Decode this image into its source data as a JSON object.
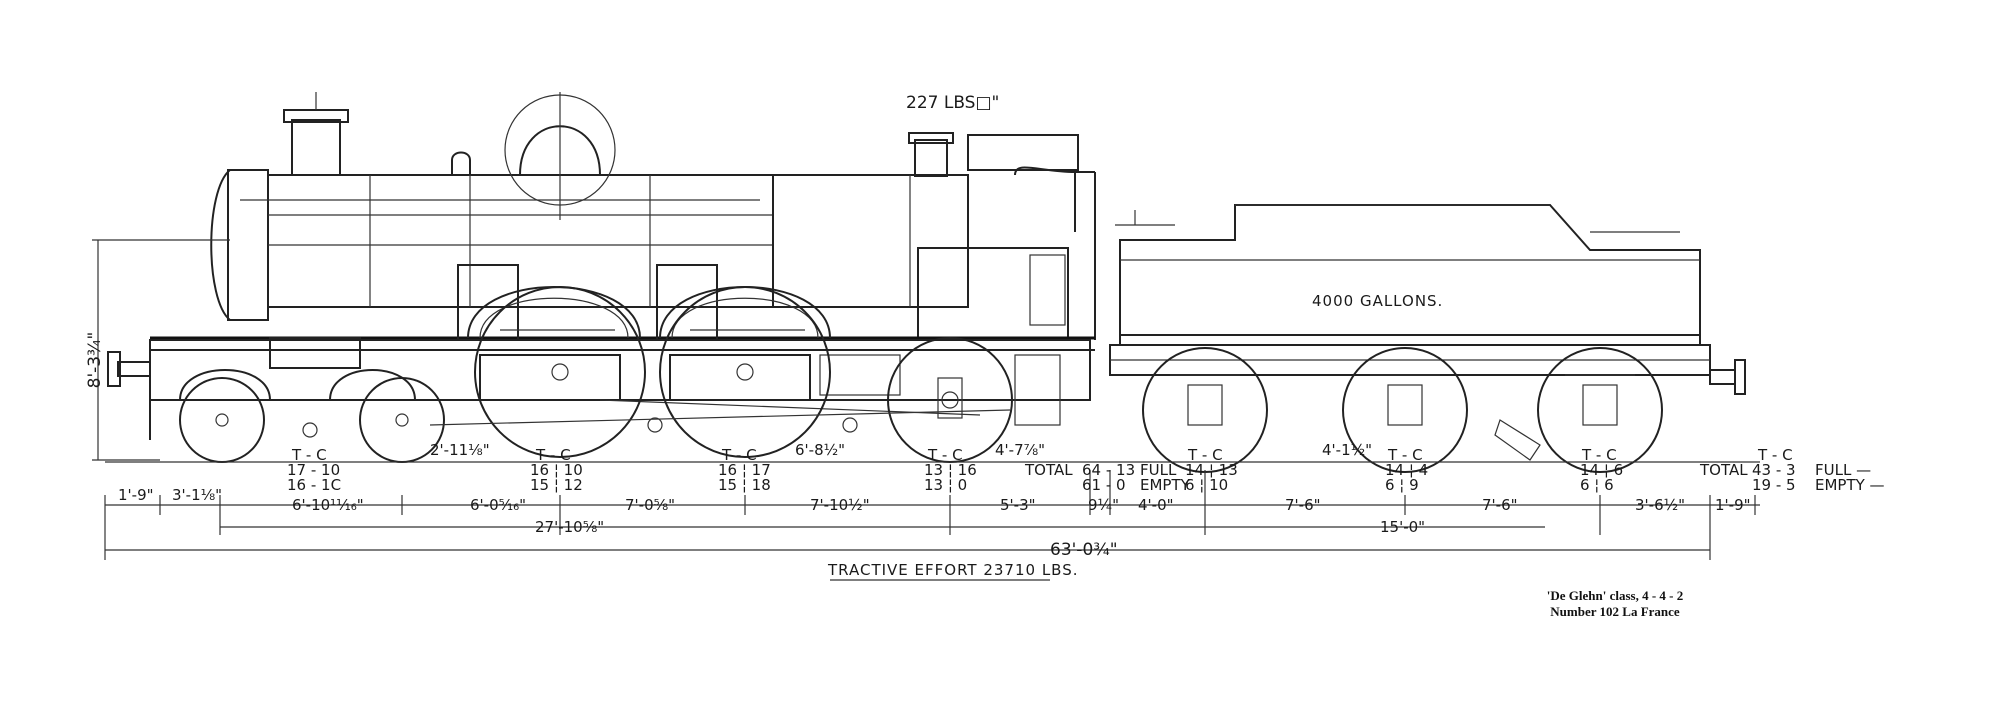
{
  "labels": {
    "pressure": "227 LBS□\"",
    "tank": "4000 GALLONS.",
    "tractive_effort": "TRACTIVE EFFORT 23710 LBS.",
    "height": "8'-3¾\""
  },
  "axle_loads": {
    "header": "T - C",
    "bogie_front": [
      "17 - 10",
      "16 - 1C"
    ],
    "driving_1": [
      "16 ¦ 10",
      "15 ¦ 12"
    ],
    "driving_2": [
      "16 ¦ 17",
      "15 ¦ 18"
    ],
    "trailing": [
      "13 ¦ 16",
      "13 ¦ 0"
    ],
    "engine_total_label": "TOTAL",
    "engine_total_full": "64 - 13",
    "engine_total_empty": "61 - 0",
    "full_label": "FULL",
    "empty_label": "EMPTY",
    "tender_1": [
      "14 ¦ 13",
      "6 ¦ 10"
    ],
    "tender_2": [
      "14 ¦ 4",
      "6 ¦ 9"
    ],
    "tender_3": [
      "14 ¦ 6",
      "6 ¦ 6"
    ],
    "tender_total_full": "43 - 3",
    "tender_total_empty": "19 - 5",
    "tender_full_label": "FULL —",
    "tender_empty_label": "EMPTY —",
    "tender_total_label": "TOTAL"
  },
  "dimensions": {
    "d_2_11": "2'-11⅛\"",
    "d_6_8": "6'-8½\"",
    "d_4_7": "4'-7⅞\"",
    "d_4_1": "4'-1½\"",
    "row1": [
      "1'-9\"",
      "3'-1⅛\"",
      "6'-10¹¹⁄₁₆\"",
      "6'-0⁵⁄₁₆\"",
      "7'-0⅝\"",
      "7'-10½\"",
      "5'-3\"",
      "9¼\"",
      "4'-0\"",
      "7'-6\"",
      "7'-6\"",
      "3'-6½\"",
      "1'-9\""
    ],
    "row2": [
      "27'-10⅝\"",
      "15'-0\""
    ],
    "overall": "63'-0¾\""
  },
  "caption": {
    "line1": "'De Glehn' class, 4 - 4 - 2",
    "line2": "Number 102 La France"
  }
}
